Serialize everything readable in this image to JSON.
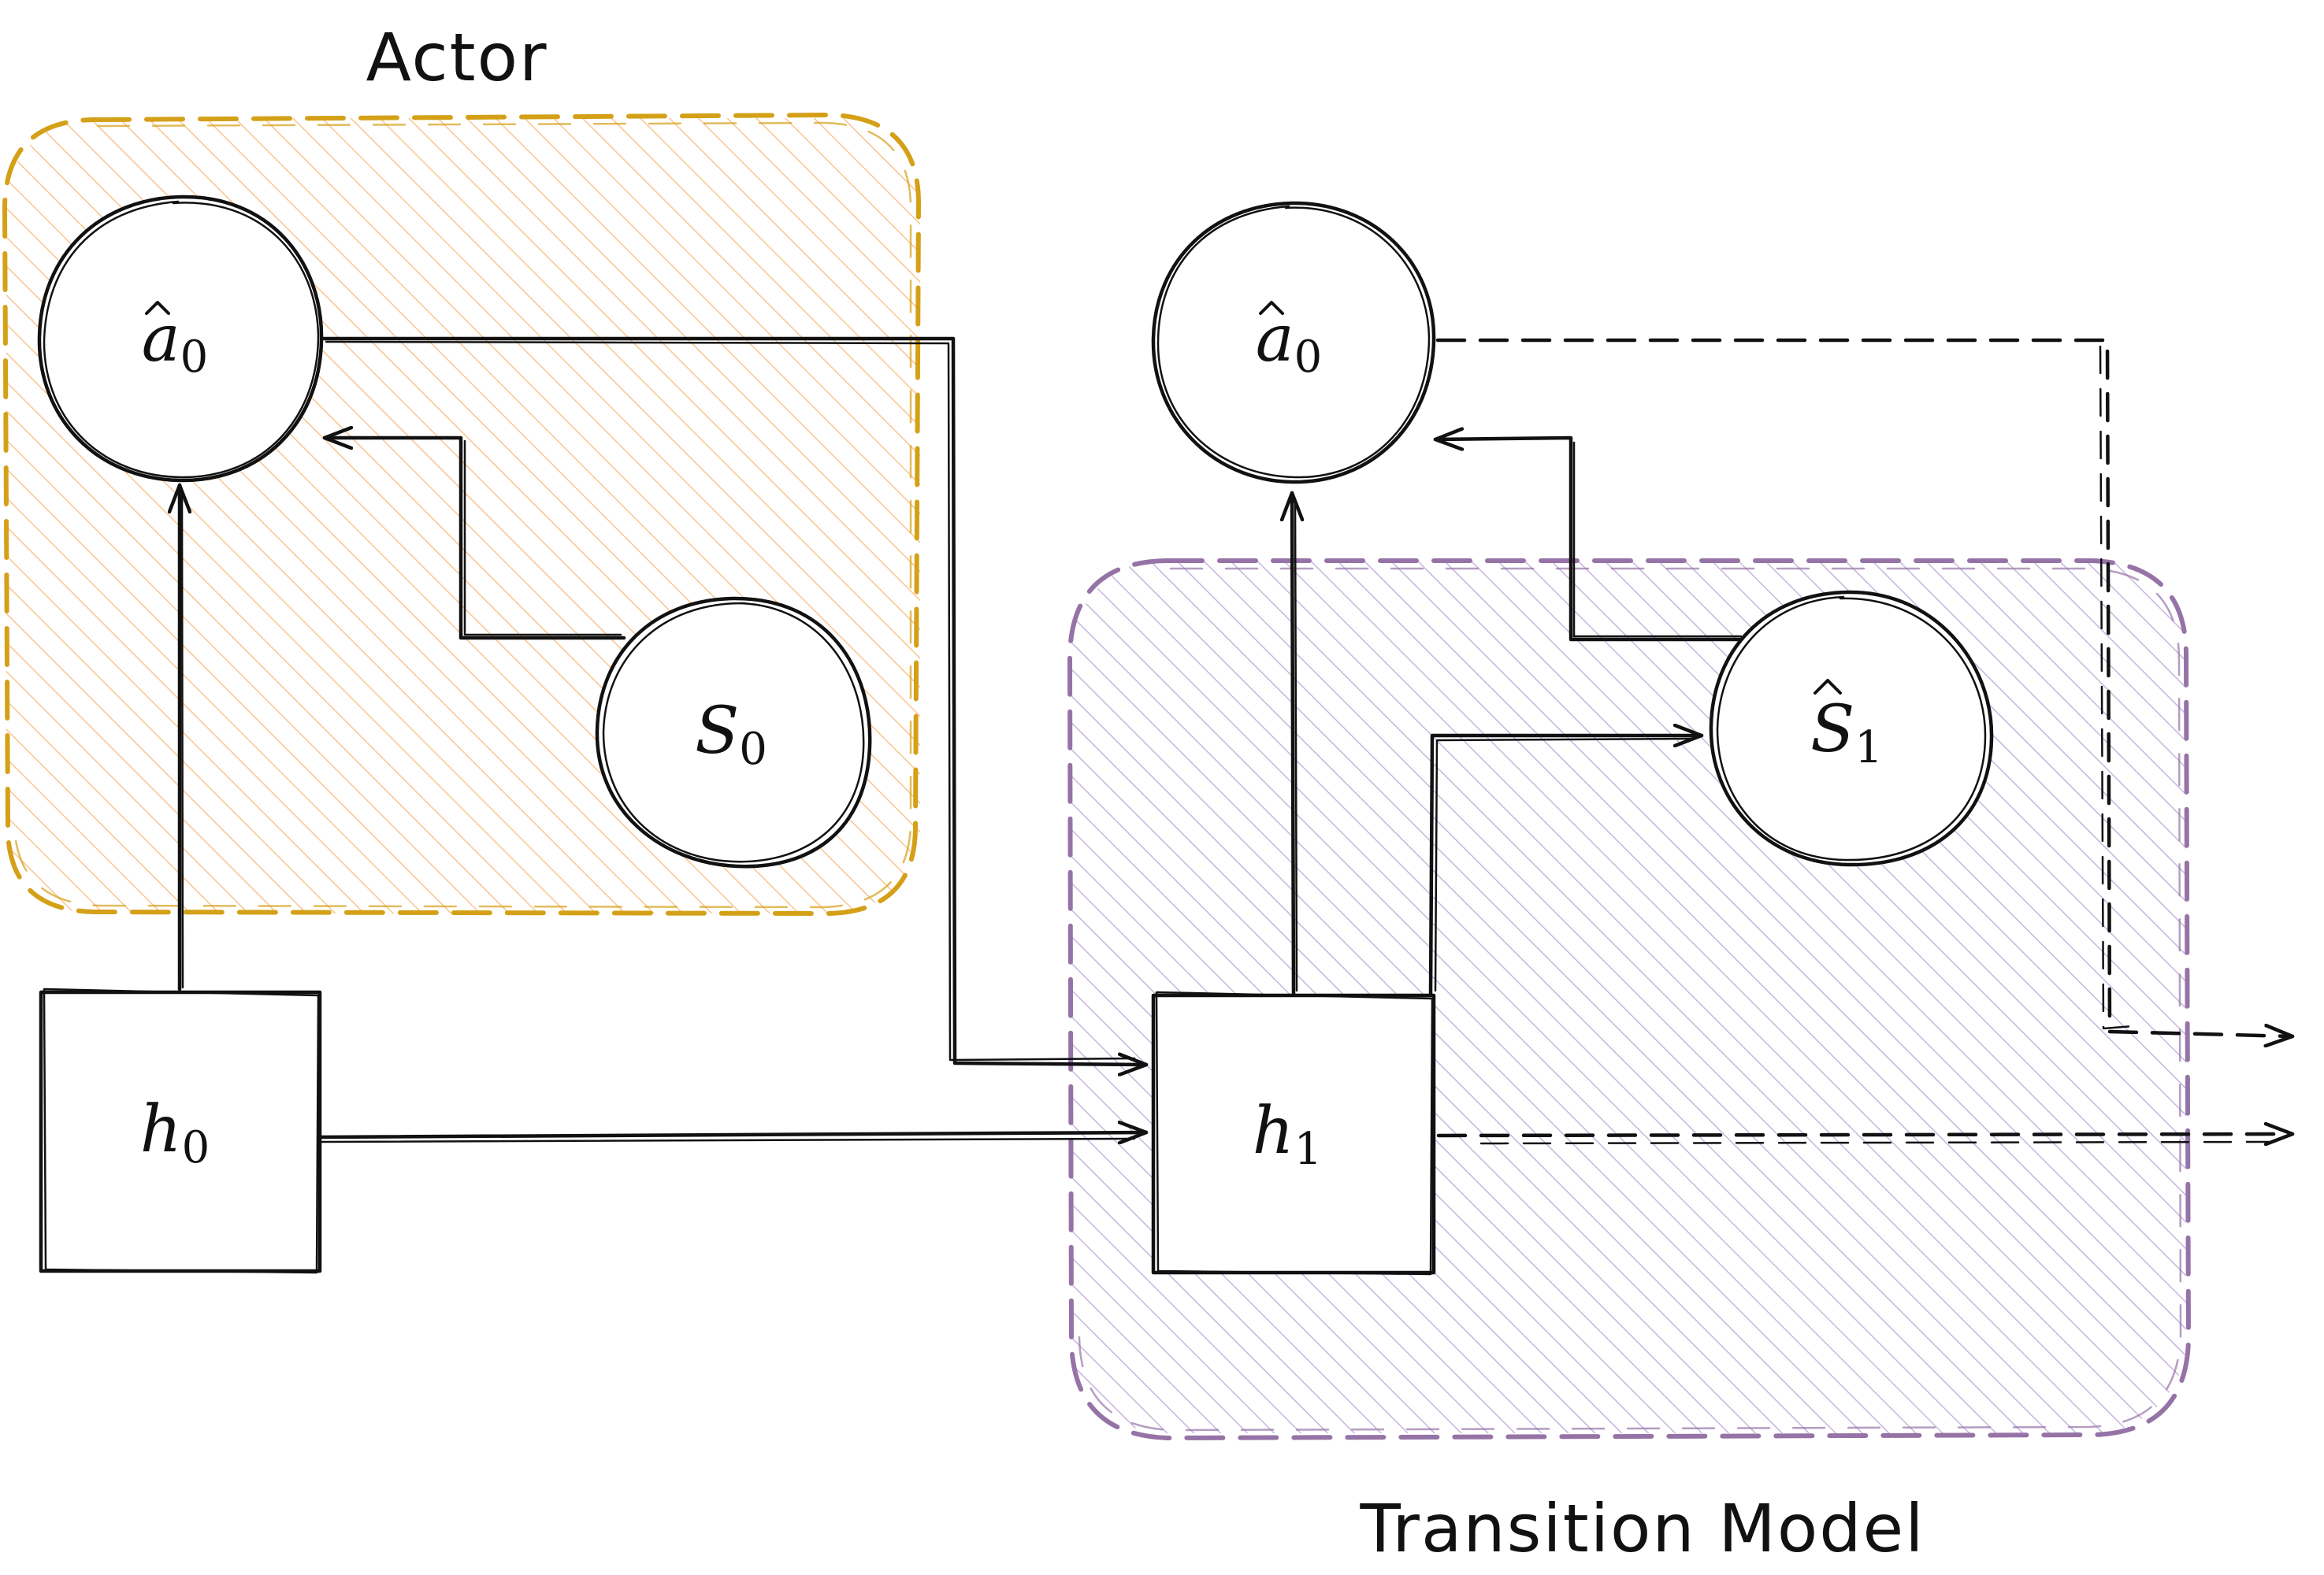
{
  "groups": [
    {
      "id": "actor",
      "label": "Actor",
      "color": "#d4a017",
      "hatch": "#f7b26b"
    },
    {
      "id": "transition",
      "label": "Transition Model",
      "color": "#9673a6",
      "hatch": "#b9a3d6"
    }
  ],
  "nodes": [
    {
      "id": "a0_actor",
      "base": "a",
      "hat": true,
      "sub": "0",
      "shape": "circle"
    },
    {
      "id": "s0",
      "base": "S",
      "hat": false,
      "sub": "0",
      "shape": "circle"
    },
    {
      "id": "h0",
      "base": "h",
      "hat": false,
      "sub": "0",
      "shape": "rect"
    },
    {
      "id": "a0_next",
      "base": "a",
      "hat": true,
      "sub": "0",
      "shape": "circle"
    },
    {
      "id": "s1",
      "base": "S",
      "hat": true,
      "sub": "1",
      "shape": "circle"
    },
    {
      "id": "h1",
      "base": "h",
      "hat": false,
      "sub": "1",
      "shape": "rect"
    }
  ],
  "edges": [
    {
      "from": "h0",
      "to": "a0_actor",
      "style": "solid"
    },
    {
      "from": "s0",
      "to": "a0_actor",
      "style": "solid"
    },
    {
      "from": "a0_actor",
      "to": "h1",
      "style": "solid"
    },
    {
      "from": "h0",
      "to": "h1",
      "style": "solid"
    },
    {
      "from": "h1",
      "to": "a0_next",
      "style": "solid"
    },
    {
      "from": "h1",
      "to": "s1",
      "style": "solid"
    },
    {
      "from": "s1",
      "to": "a0_next",
      "style": "solid"
    },
    {
      "from": "a0_next",
      "to": "next-step",
      "style": "dashed"
    },
    {
      "from": "h1",
      "to": "next-step",
      "style": "dashed"
    }
  ]
}
